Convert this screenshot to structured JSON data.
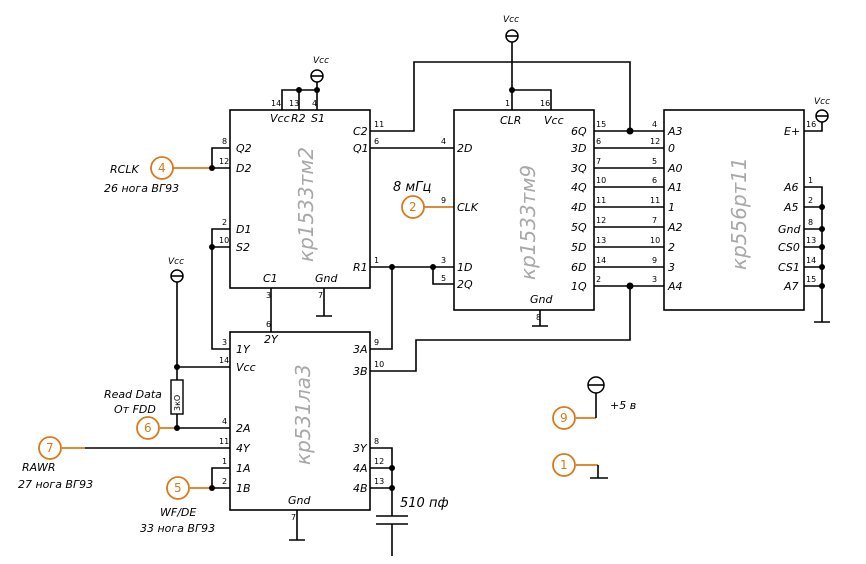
{
  "chips": {
    "tm2": {
      "name": "кр1533тм2",
      "pins": {
        "vcc": "Vcc",
        "r2": "R2",
        "s1": "S1",
        "c2": "C2",
        "q1": "Q1",
        "q2": "Q2",
        "d2": "D2",
        "d1": "D1",
        "s2": "S2",
        "r1": "R1",
        "c1": "C1",
        "gnd": "Gnd"
      },
      "nums": {
        "p14": "14",
        "p13": "13",
        "p4": "4",
        "p11": "11",
        "p6": "6",
        "p8": "8",
        "p12": "12",
        "p2": "2",
        "p10": "10",
        "p1": "1",
        "p3": "3",
        "p7": "7"
      }
    },
    "tm9": {
      "name": "кр1533тм9",
      "pins": {
        "clr": "CLR",
        "vcc": "Vcc",
        "d2": "2D",
        "clk": "CLK",
        "d1": "1D",
        "q2": "2Q",
        "q6": "6Q",
        "q3": "3D",
        "q3q": "3Q",
        "q4": "4Q",
        "q4d": "4D",
        "q5": "5Q",
        "q5d": "5D",
        "q6d": "6D",
        "q1": "1Q",
        "gnd": "Gnd"
      },
      "nums": {
        "p1": "1",
        "p16": "16",
        "p4": "4",
        "p9": "9",
        "p3": "3",
        "p5": "5",
        "p15": "15",
        "p6": "6",
        "p7": "7",
        "p10": "10",
        "p11": "11",
        "p12": "12",
        "p13": "13",
        "p14": "14",
        "p2": "2",
        "p8": "8"
      }
    },
    "rt11": {
      "name": "кр556рт11",
      "pins": {
        "a3": "A3",
        "p0": "0",
        "a0": "A0",
        "a1": "A1",
        "n1": "1",
        "a2": "A2",
        "n2": "2",
        "n3": "3",
        "a4": "A4",
        "eplus": "E+",
        "a6": "A6",
        "a5": "A5",
        "gnd": "Gnd",
        "cs0": "CS0",
        "cs1": "CS1",
        "a7": "A7"
      },
      "nums": {
        "p4": "4",
        "p12": "12",
        "p5": "5",
        "p6": "6",
        "p11": "11",
        "p7": "7",
        "p10": "10",
        "p9": "9",
        "p3": "3",
        "p16": "16",
        "p1": "1",
        "p2": "2",
        "p8": "8",
        "p13": "13",
        "p14": "14",
        "p15": "15"
      }
    },
    "la3": {
      "name": "кр531ла3",
      "pins": {
        "y2": "2Y",
        "y1": "1Y",
        "vcc": "Vcc",
        "a2": "2A",
        "y4": "4Y",
        "a1": "1A",
        "b1": "1B",
        "gnd": "Gnd",
        "a3": "3A",
        "b3": "3B",
        "y3": "3Y",
        "a4": "4A",
        "b4": "4B"
      },
      "nums": {
        "p6": "6",
        "p3": "3",
        "p14": "14",
        "p4": "4",
        "p11": "11",
        "p1": "1",
        "p2": "2",
        "p7": "7",
        "p9": "9",
        "p10": "10",
        "p8": "8",
        "p12": "12",
        "p13": "13"
      }
    }
  },
  "vcc": "Vcc",
  "labels": {
    "rclk": "RCLK",
    "rclk_note": "26 нога ВГ93",
    "freq": "8 мГц",
    "read_data": "Read Data",
    "from_fdd": "От FDD",
    "rawr": "RAWR",
    "rawr_note": "27 нога ВГ93",
    "wfde": "WF/DE",
    "wfde_note": "33 нога ВГ93",
    "cap": "510 пф",
    "resistor": "3кО",
    "plus5": "+5 в"
  },
  "connectors": {
    "c1": "1",
    "c2": "2",
    "c4": "4",
    "c5": "5",
    "c6": "6",
    "c7": "7",
    "c9": "9"
  },
  "colors": {
    "wire": "#000000",
    "connector": "#d9791a",
    "chip_name": "#a8a8a8"
  }
}
